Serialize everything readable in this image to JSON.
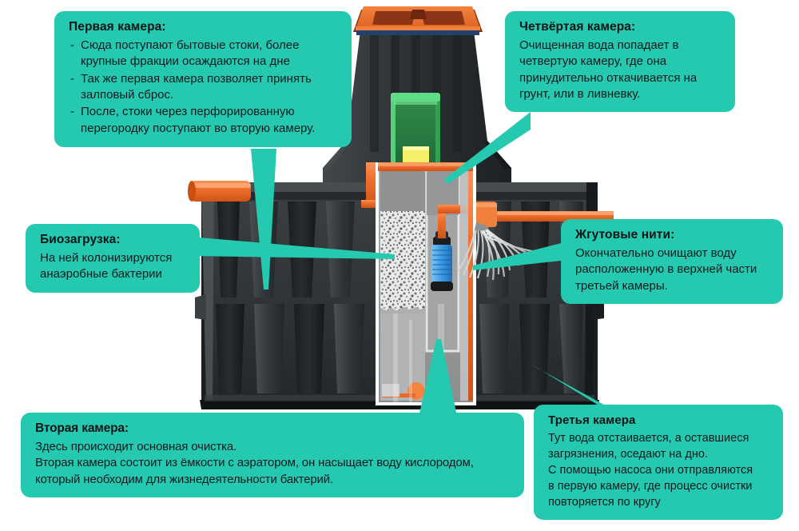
{
  "theme": {
    "teal": "#25c9b0",
    "orange": "#f0712e",
    "tank_dark": "#2f3336",
    "water_grey": "#b9babb",
    "pump_blue": "#49a5e8",
    "compressor_green": "#3fbf63",
    "compressor_yellow": "#f2ee5a",
    "lid_navy": "#1c2b45",
    "text": "#121a20"
  },
  "diagram": {
    "title_alt": "Схема станции биологической очистки сточных вод в разрезе",
    "parts": {
      "lid": "lid",
      "body": "tank-body",
      "inlet_pipe": "inlet-pipe",
      "outlet_pipe": "outlet-pipe",
      "compressor": "compressor-unit",
      "bioload_media": "bioloading-media",
      "pump": "submersible-pump",
      "tow_threads": "tow-threads-brush",
      "airlift": "airlift-pipework",
      "aerator_ball": "aerator-diffuser"
    }
  },
  "callouts": {
    "first_chamber": {
      "title": "Первая камера:",
      "bullets": [
        "Сюда поступают бытовые стоки, более крупные фракции осаждаются на дне",
        "Так же первая камера позволяет принять залповый сброс.",
        "После, стоки через перфорированную перегородку поступают во вторую камеру."
      ]
    },
    "fourth_chamber": {
      "title": "Четвёртая камера:",
      "lines": [
        "Очищенная вода попадает в",
        "четвертую камеру, где она",
        "принудительно откачивается на",
        "грунт, или в ливневку."
      ]
    },
    "bioloading": {
      "title": "Биозагрузка:",
      "lines": [
        "На ней колонизируются",
        "анаэробные бактерии"
      ]
    },
    "tow_threads": {
      "title": "Жгутовые нити:",
      "lines": [
        "Окончательно очищают воду",
        "расположенную в верхней части",
        "третьей камеры."
      ]
    },
    "second_chamber": {
      "title": "Вторая камера:",
      "lines": [
        "Здесь происходит основная очистка.",
        "Вторая камера состоит из ёмкости с аэратором, он насыщает воду кислородом,",
        "который необходим для жизнедеятельности бактерий."
      ]
    },
    "third_chamber": {
      "title": "Третья камера",
      "lines": [
        "Тут вода отстаивается, а оставшиеся",
        "загрязнения, оседают на дно.",
        "С помощью насоса они отправляются",
        "в первую камеру, где процесс очистки",
        "повторяется по кругу"
      ]
    }
  }
}
